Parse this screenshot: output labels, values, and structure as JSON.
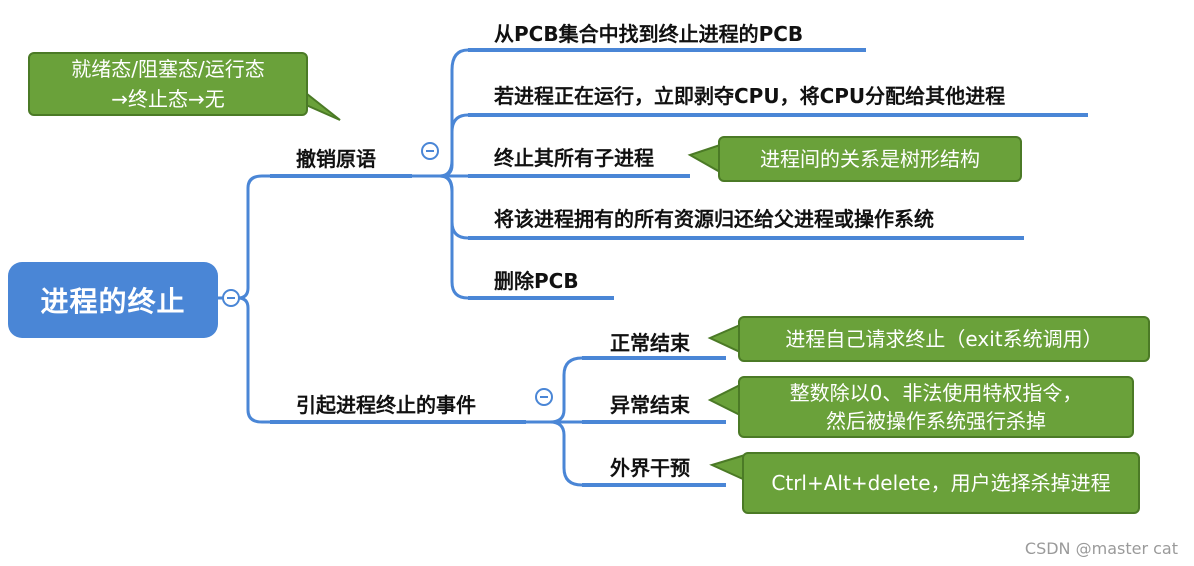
{
  "root": {
    "label": "进程的终止"
  },
  "branches": [
    {
      "label": "撤销原语",
      "children": [
        {
          "label": "从PCB集合中找到终止进程的PCB"
        },
        {
          "label": "若进程正在运行，立即剥夺CPU，将CPU分配给其他进程"
        },
        {
          "label": "终止其所有子进程"
        },
        {
          "label": "将该进程拥有的所有资源归还给父进程或操作系统"
        },
        {
          "label": "删除PCB"
        }
      ]
    },
    {
      "label": "引起进程终止的事件",
      "children": [
        {
          "label": "正常结束"
        },
        {
          "label": "异常结束"
        },
        {
          "label": "外界干预"
        }
      ]
    }
  ],
  "callouts": {
    "state": {
      "line1": "就绪态/阻塞态/运行态",
      "line2": "→终止态→无"
    },
    "tree": {
      "text": "进程间的关系是树形结构"
    },
    "normal": {
      "text": "进程自己请求终止（exit系统调用）"
    },
    "abnormal": {
      "line1": "整数除以0、非法使用特权指令，",
      "line2": "然后被操作系统强行杀掉"
    },
    "external": {
      "text": "Ctrl+Alt+delete，用户选择杀掉进程"
    }
  },
  "watermark": "CSDN @master cat",
  "colors": {
    "node": "#4a86d6",
    "callout": "#6aa13a",
    "callout_border": "#4b7a26"
  }
}
